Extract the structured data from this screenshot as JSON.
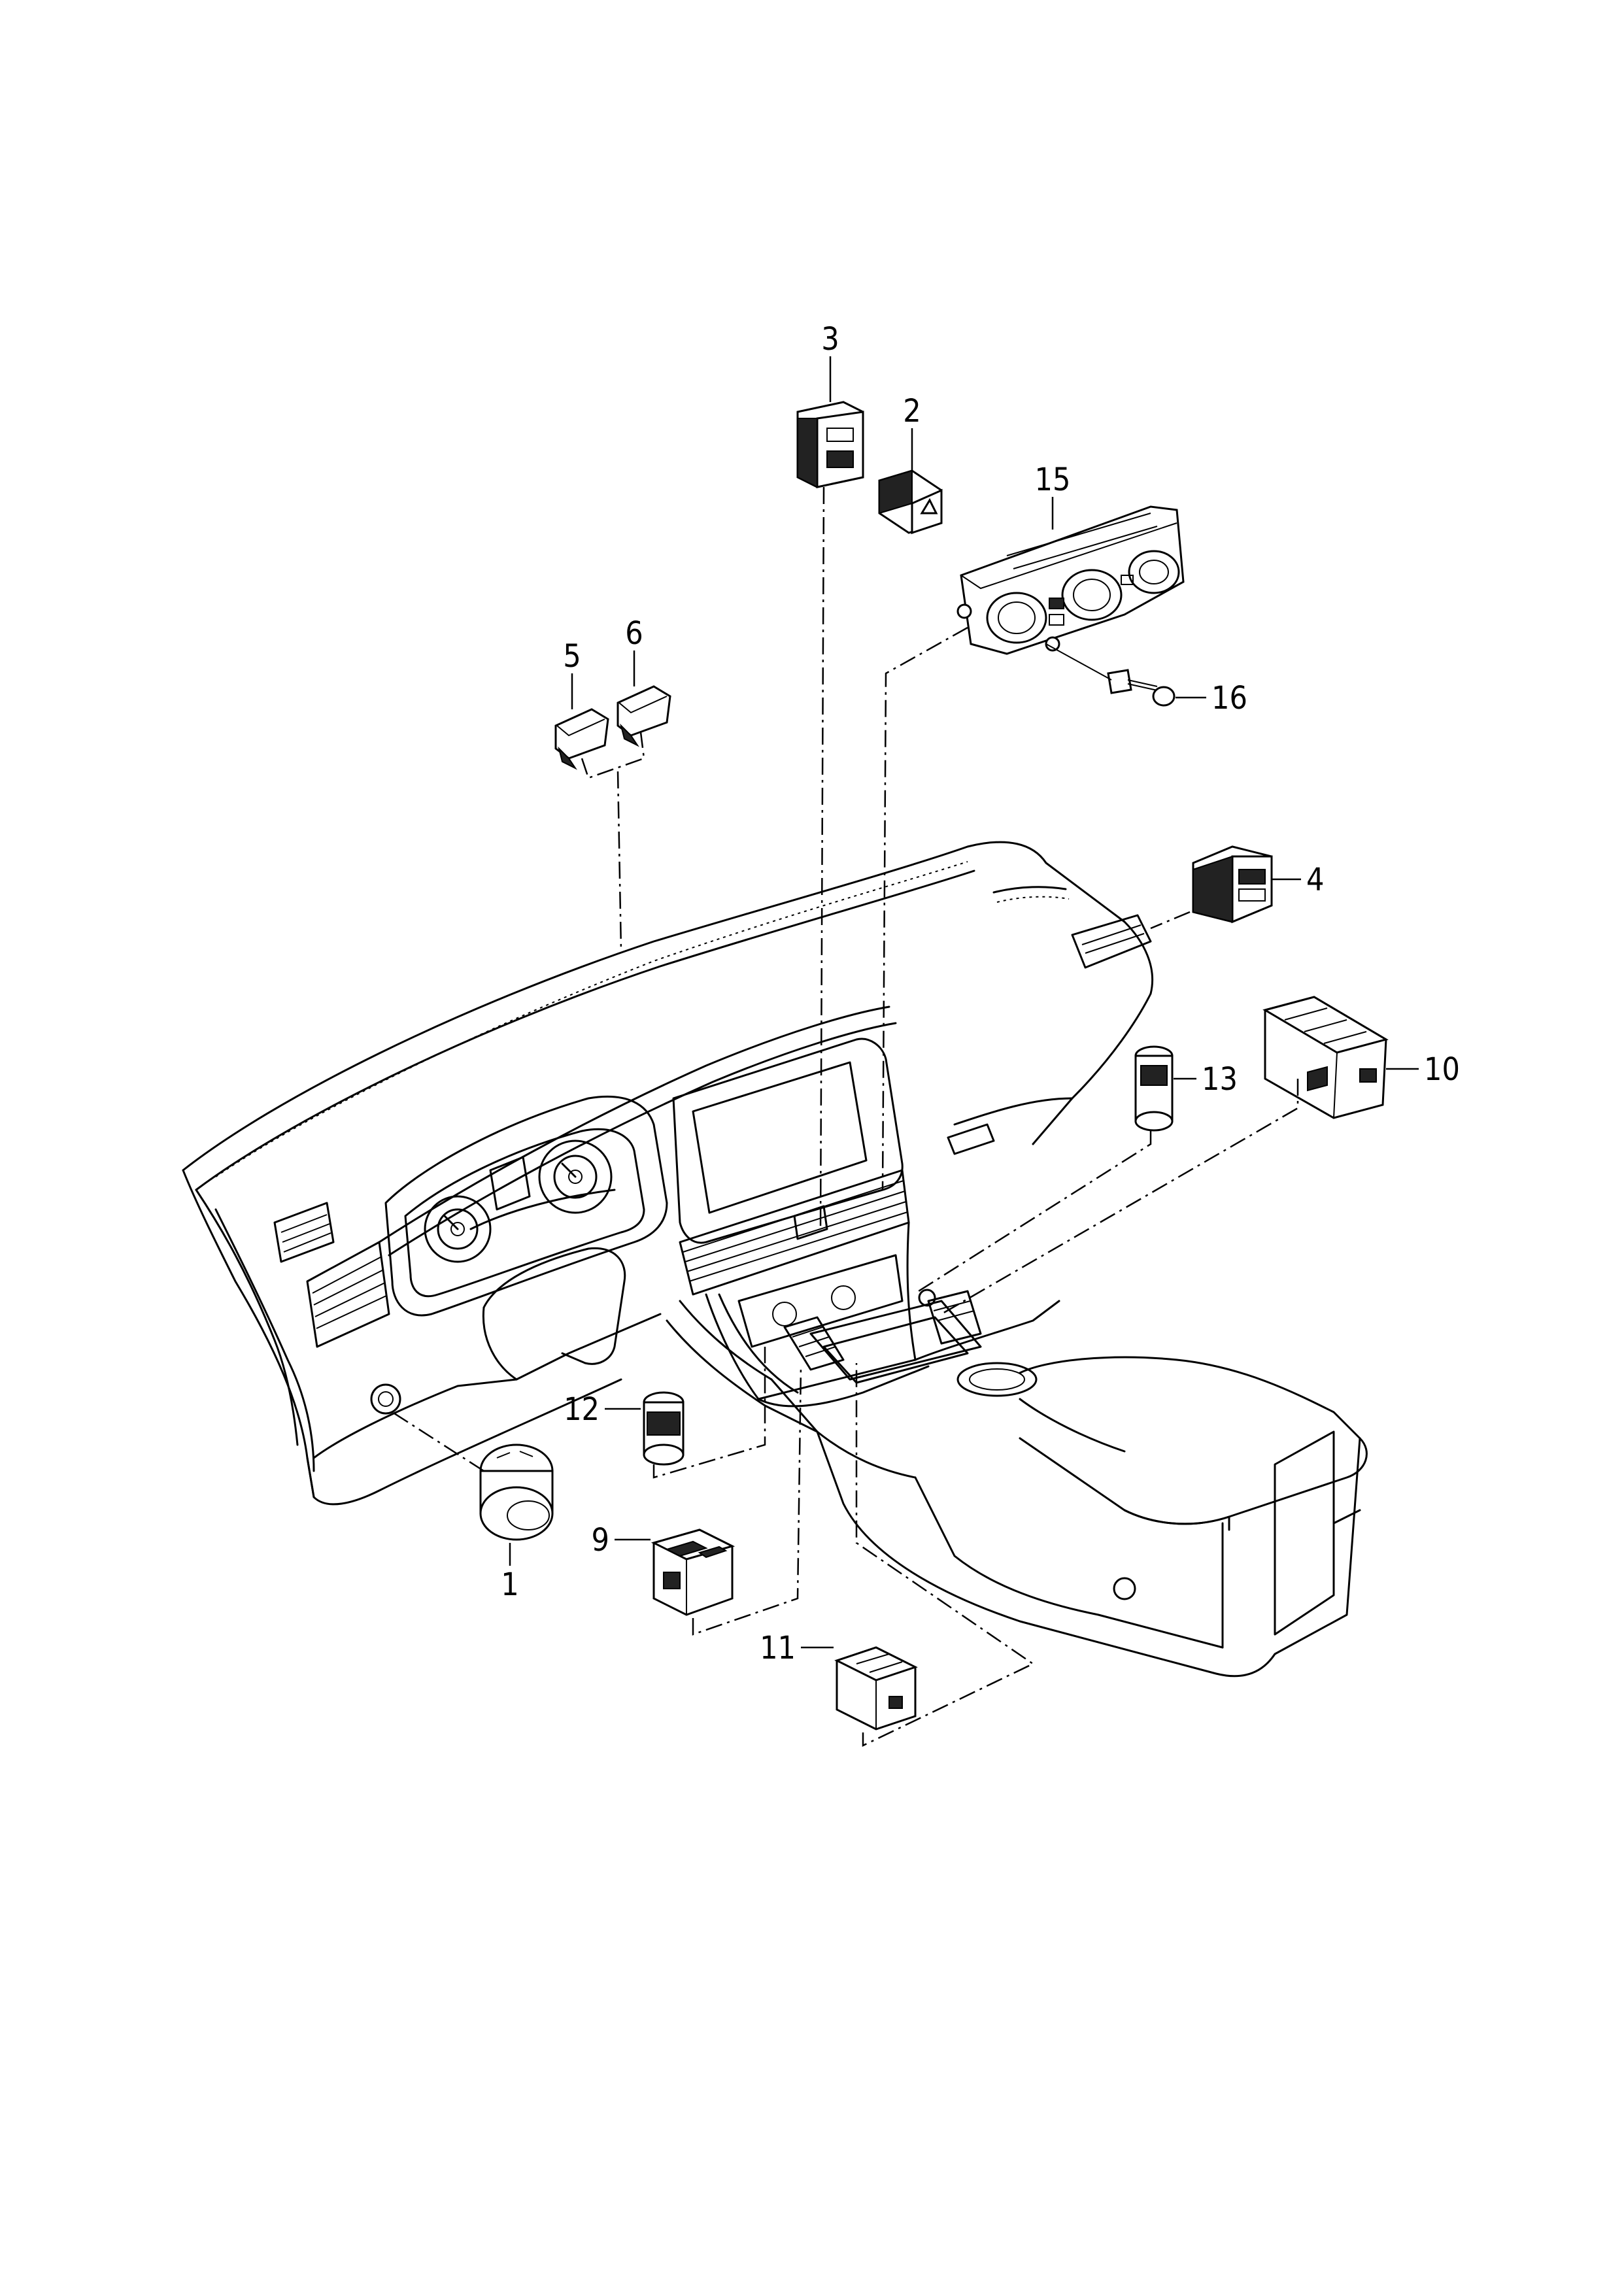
{
  "diagram": {
    "callouts": [
      {
        "id": "1",
        "text": "1"
      },
      {
        "id": "2",
        "text": "2"
      },
      {
        "id": "3",
        "text": "3"
      },
      {
        "id": "4",
        "text": "4"
      },
      {
        "id": "5",
        "text": "5"
      },
      {
        "id": "6",
        "text": "6"
      },
      {
        "id": "9",
        "text": "9"
      },
      {
        "id": "10",
        "text": "10"
      },
      {
        "id": "11",
        "text": "11"
      },
      {
        "id": "12",
        "text": "12"
      },
      {
        "id": "13",
        "text": "13"
      },
      {
        "id": "15",
        "text": "15"
      },
      {
        "id": "16",
        "text": "16"
      }
    ]
  }
}
